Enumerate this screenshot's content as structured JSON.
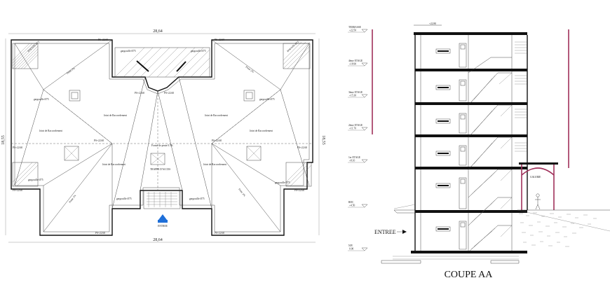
{
  "plan": {
    "dimension_top": "28,64",
    "dimension_bottom": "28,64",
    "dimension_left": "18,55",
    "dimension_right": "18,55",
    "labels": {
      "gargouille": "gargouille Ø75",
      "joint_raccordement": "Joint de Raccordement",
      "forme_pente": "Forme de pente 0.5%",
      "trappe_acces": "TRAPPE D'ACCES",
      "entree": "ENTREE",
      "pente": "Pente 2%",
      "level": "PS+22.60"
    }
  },
  "section": {
    "title": "COUPE AA",
    "entree": "ENTREE",
    "galerie": "GALERIE",
    "levels": [
      {
        "name": "TERRASSE",
        "value": "+22.50"
      },
      {
        "name": "4ème ETAGE",
        "value": "+18.90"
      },
      {
        "name": "3ème ETAGE",
        "value": "+15.30"
      },
      {
        "name": "2ème ETAGE",
        "value": "+11.70"
      },
      {
        "name": "1er ETAGE",
        "value": "+8.10"
      },
      {
        "name": "RDC",
        "value": "+4.50"
      },
      {
        "name": "NIV",
        "value": "0.00"
      }
    ],
    "top_mark": "+22.80"
  },
  "colors": {
    "ink": "#111111",
    "accent_parapet": "#a0305a",
    "entry_arrow": "#1e6fd9"
  }
}
